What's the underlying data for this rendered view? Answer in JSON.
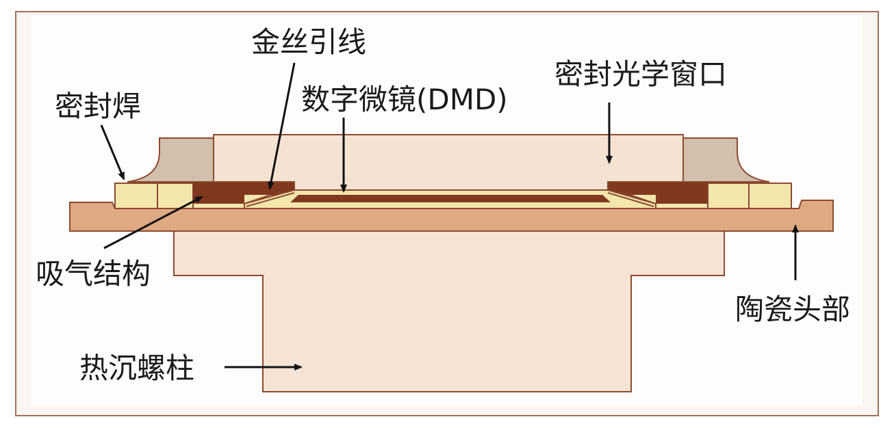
{
  "labels": {
    "seal_weld": "密封焊",
    "gold_wire": "金丝引线",
    "dmd": "数字微镜(DMD)",
    "optical_window": "密封光学窗口",
    "getter": "吸气结构",
    "ceramic_head": "陶瓷头部",
    "heat_sink_stud": "热沉螺柱"
  },
  "colors": {
    "frame_border": "#a0705a",
    "panel_bg": "#fbf6f1",
    "stud_fill": "#f5e4d6",
    "ceramic_fill": "#dfaa83",
    "window_fill": "#f4e2d3",
    "seal_block": "#d2bfae",
    "yellow_layer": "#f3e6ad",
    "dark_layer": "#80381f",
    "outline": "#8a4a2f",
    "arrow": "#111111"
  }
}
